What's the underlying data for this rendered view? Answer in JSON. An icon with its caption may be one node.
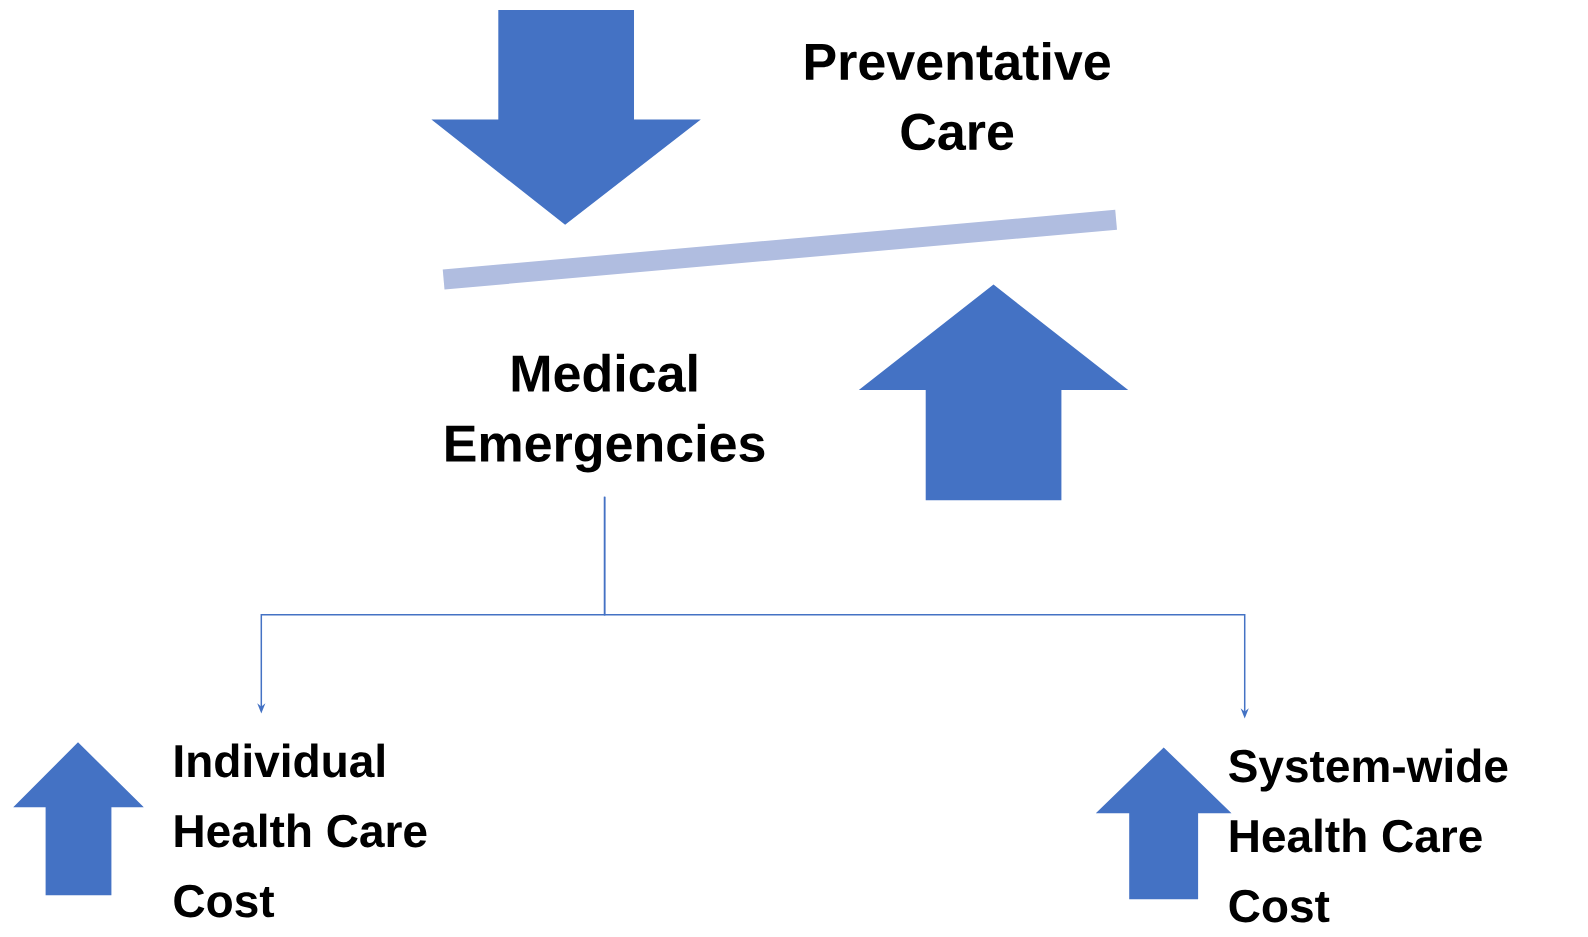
{
  "diagram": {
    "nodes": [
      {
        "text": [
          "Preventative Care"
        ]
      },
      {
        "text": [
          "Medical Emergencies"
        ]
      },
      {
        "text": [
          "Individual Health Care Cost"
        ]
      },
      {
        "text": [
          "System-wide Health Care Cost"
        ]
      }
    ],
    "edges": [
      {
        "from": 1,
        "to": 2,
        "arrow": "to"
      },
      {
        "from": 1,
        "to": 3,
        "arrow": "to"
      }
    ]
  }
}
